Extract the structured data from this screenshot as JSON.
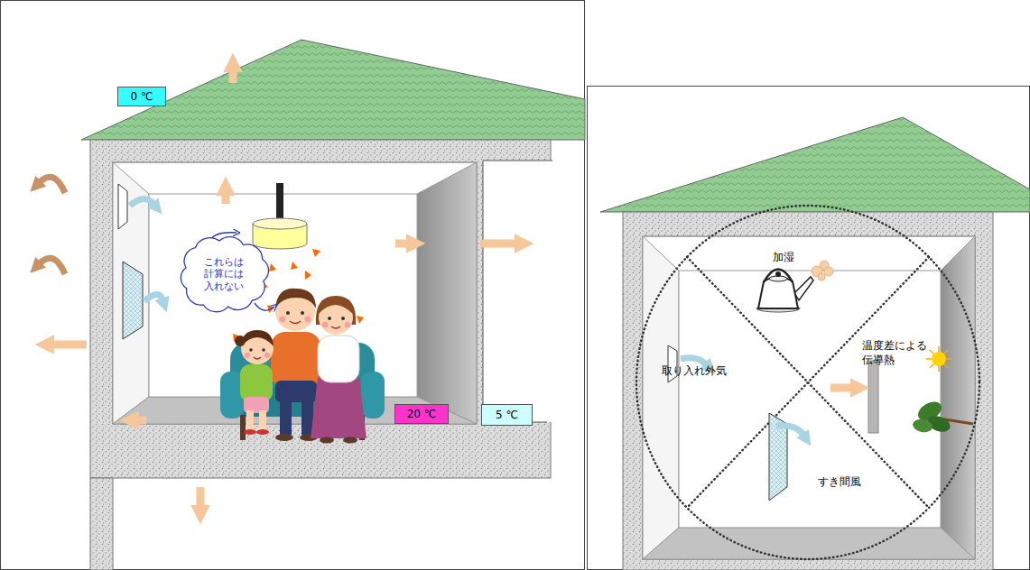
{
  "diagram": {
    "nodes": [
      {
        "text": [
          "0 ℃"
        ]
      },
      {
        "text": [
          "これらは 計算には 入れない"
        ]
      },
      {
        "text": [
          "20 ℃"
        ]
      },
      {
        "text": [
          "5 ℃"
        ]
      }
    ],
    "labels": [
      "加湿",
      "温度差による 伝導熱",
      "取り入れ外気",
      "すき間風"
    ]
  }
}
